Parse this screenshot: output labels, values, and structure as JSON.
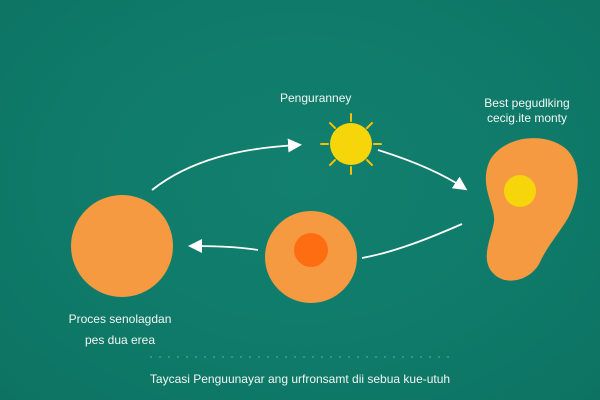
{
  "diagram": {
    "top_label": "Penguranney",
    "right_label_line1": "Best pegudlking",
    "right_label_line2": "cecig.ite monty",
    "left_label_line1": "Proces senolagdan",
    "left_label_line2": "pes dua erea",
    "caption": "Taycasi Penguunayar ang urfronsamt dii sebua kue-utuh"
  },
  "colors": {
    "background": "#0f7e6d",
    "orange": "#f59a41",
    "orange_core": "#ff6d12",
    "sun": "#f6d50a",
    "sun_ray": "#f2c300",
    "arrow": "#ffffff",
    "text": "#f2f6f4"
  },
  "icons": {
    "sun": "sun-icon",
    "arrow": "arrow-icon"
  }
}
